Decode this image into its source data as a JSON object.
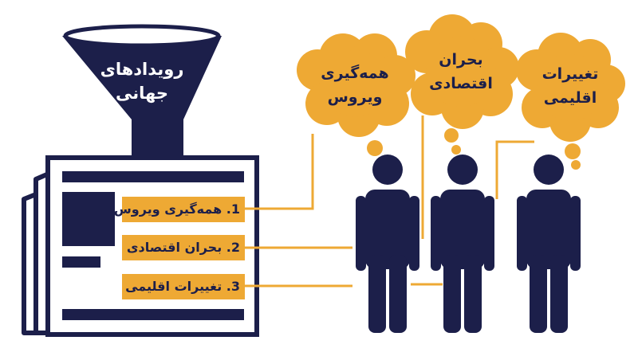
{
  "funnel": {
    "line1": "رویدادهای",
    "line2": "جهانی"
  },
  "newspaper": {
    "rows": [
      {
        "num": "1.",
        "text": "همه‌گیری ویروس"
      },
      {
        "num": "2.",
        "text": "بحران اقتصادی"
      },
      {
        "num": "3.",
        "text": "تغییرات اقلیمی"
      }
    ]
  },
  "clouds": [
    {
      "line1": "همه‌گیری",
      "line2": "ویروس"
    },
    {
      "line1": "بحران",
      "line2": "اقتصادی"
    },
    {
      "line1": "تغییرات",
      "line2": "اقلیمی"
    }
  ],
  "colors": {
    "navy": "#1c1f4a",
    "gold": "#eea934",
    "white": "#ffffff"
  }
}
